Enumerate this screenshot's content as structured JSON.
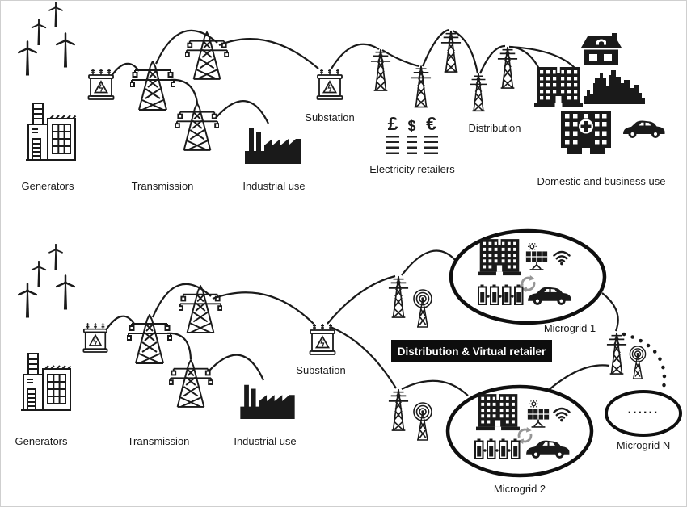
{
  "figure": {
    "colors": {
      "ink": "#1a1a1a",
      "background": "#ffffff",
      "recycle_gray": "#969696"
    }
  },
  "top_diagram": {
    "labels": {
      "generators": "Generators",
      "transmission": "Transmission",
      "industrial_use": "Industrial use",
      "substation": "Substation",
      "electricity_retailers": "Electricity retailers",
      "distribution": "Distribution",
      "domestic_business_use": "Domestic and business use"
    },
    "retailer_symbols": {
      "pound": "£",
      "dollar": "$",
      "euro": "€"
    }
  },
  "bottom_diagram": {
    "labels": {
      "generators": "Generators",
      "transmission": "Transmission",
      "industrial_use": "Industrial use",
      "substation": "Substation",
      "distribution_virtual_retailer": "Distribution & Virtual retailer",
      "microgrid_1": "Microgrid 1",
      "microgrid_2": "Microgrid 2",
      "microgrid_n": "Microgrid N"
    },
    "microgrid_n_dots": "......"
  }
}
